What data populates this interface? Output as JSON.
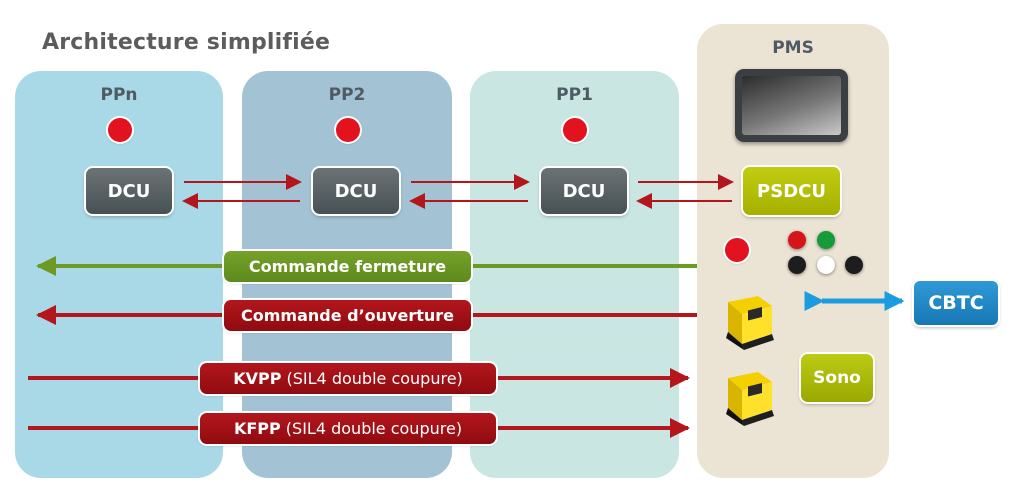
{
  "title": "Architecture simplifiée",
  "panels": [
    {
      "label": "PPn"
    },
    {
      "label": "PP2"
    },
    {
      "label": "PP1"
    },
    {
      "label": "PMS"
    }
  ],
  "dcus": [
    {
      "label": "DCU"
    },
    {
      "label": "DCU"
    },
    {
      "label": "DCU"
    }
  ],
  "psdcu": "PSDCU",
  "sono": "Sono",
  "cbtc": "CBTC",
  "commands": {
    "fermeture": "Commande fermeture",
    "ouverture": "Commande d’ouverture",
    "kvpp_bold": "KVPP",
    "kvpp_rest": " (SIL4 double coupure)",
    "kfpp_bold": "KFPP",
    "kfpp_rest": " (SIL4 double coupure)"
  },
  "colors": {
    "panel_ppn": "#a9d8e6",
    "panel_pp2": "#a3c3d4",
    "panel_pp1": "#cae6e3",
    "panel_pms": "#ebe4d4",
    "red": "#b3161d",
    "green": "#6d9a24",
    "blue": "#1d9be0",
    "led": "#e3121f"
  },
  "icons": [
    "display-screen-icon",
    "indicator-led-icon",
    "safety-relay-icon"
  ]
}
